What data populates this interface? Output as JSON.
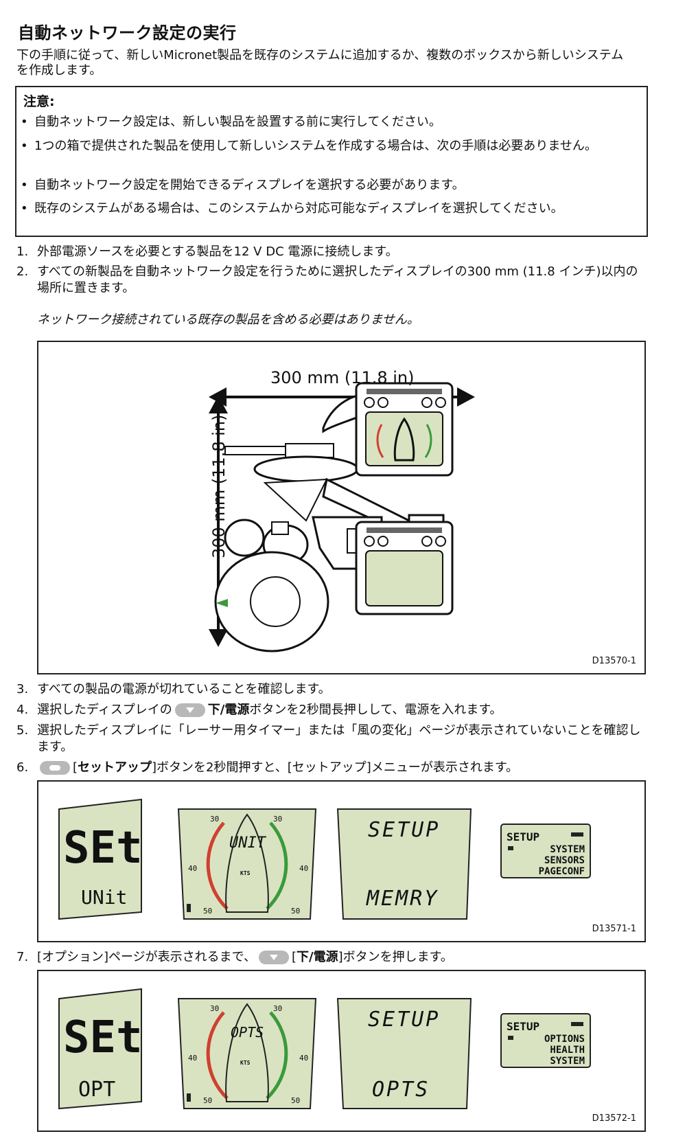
{
  "title": "自動ネットワーク設定の実行",
  "intro": "下の手順に従って、新しいMicronet製品を既存のシステムに追加するか、複数のボックスから新しいシステムを作成します。",
  "note": {
    "heading": "注意:",
    "items": [
      "自動ネットワーク設定は、新しい製品を設置する前に実行してください。",
      "1つの箱で提供された製品を使用して新しいシステムを作成する場合は、次の手順は必要ありません。",
      "自動ネットワーク設定を開始できるディスプレイを選択する必要があります。",
      "既存のシステムがある場合は、このシステムから対応可能なディスプレイを選択してください。"
    ]
  },
  "steps_a": [
    {
      "num": "1.",
      "text": "外部電源ソースを必要とする製品を12 V DC 電源に接続します。"
    },
    {
      "num": "2.",
      "text": "すべての新製品を自動ネットワーク設定を行うために選択したディスプレイの300 mm (11.8 インチ)以内の場所に置きます。"
    }
  ],
  "step2_note": "ネットワーク接続されている既存の製品を含める必要はありません。",
  "figure1": {
    "label_horizontal": "300 mm (11.8 in)",
    "label_vertical": "300 mm (11.8 in)",
    "code": "D13570-1"
  },
  "steps_b": [
    {
      "num": "3.",
      "text": "すべての製品の電源が切れていることを確認します。"
    },
    {
      "num": "4.",
      "pre": "選択したディスプレイの",
      "bold": "下/電源",
      "post": "ボタンを2秒間長押しして、電源を入れます。"
    },
    {
      "num": "5.",
      "text": "選択したディスプレイに「レーサー用タイマー」または「風の変化」ページが表示されていないことを確認します。"
    },
    {
      "num": "6.",
      "pre": "[",
      "bold": "セットアップ",
      "post": "]ボタンを2秒間押すと、[セットアップ]メニューが表示されます。"
    }
  ],
  "figure2": {
    "code": "D13571-1",
    "seg_top": "SEt",
    "seg_bottom": "UNit",
    "analog_text": "UNIT",
    "kts": "KTS",
    "dial_30": "30",
    "dial_40": "40",
    "dial_50": "50",
    "lcd_top": "SETUP",
    "lcd_bottom": "MEMRY",
    "menu_title": "SETUP",
    "menu_items": [
      "SYSTEM",
      "SENSORS",
      "PAGECONF"
    ]
  },
  "step7": {
    "num": "7.",
    "pre": "[オプション]ページが表示されるまで、",
    "bold": "下/電源",
    "post": "ボタンを押します。"
  },
  "figure3": {
    "code": "D13572-1",
    "seg_top": "SEt",
    "seg_bottom": "OPT",
    "analog_text": "OPTS",
    "kts": "KTS",
    "dial_30": "30",
    "dial_40": "40",
    "dial_50": "50",
    "lcd_top": "SETUP",
    "lcd_bottom": "OPTS",
    "menu_title": "SETUP",
    "menu_items": [
      "OPTIONS",
      "HEALTH",
      "SYSTEM"
    ]
  }
}
